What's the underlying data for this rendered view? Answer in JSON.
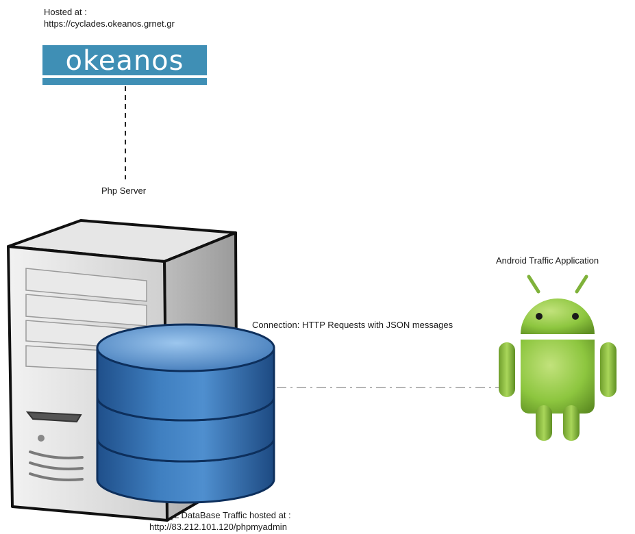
{
  "diagram": {
    "hosted_label": "Hosted at :",
    "hosted_url": "https://cyclades.okeanos.grnet.gr",
    "logo_text": "okeanos",
    "php_server_label": "Php Server",
    "android_label": "Android Traffic Application",
    "connection_label": "Connection: HTTP Requests with JSON messages",
    "db_label_line1": "MySQL DataBase Traffic hosted at :",
    "db_label_line2": "http://83.212.101.120/phpmyadmin"
  },
  "colors": {
    "logo_blue": "#3f8fb5",
    "db_blue": "#2f67a6",
    "android_green": "#8dc63f",
    "server_gray": "#d9d9d9"
  },
  "icons": [
    "okeanos-logo",
    "server-tower-icon",
    "database-icon",
    "android-robot-icon"
  ]
}
